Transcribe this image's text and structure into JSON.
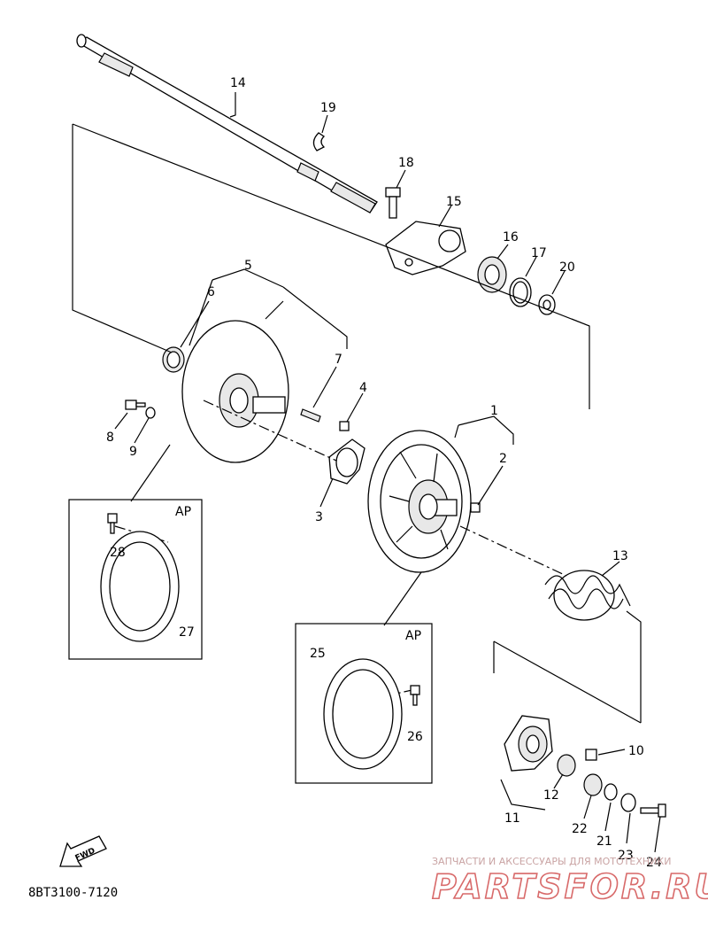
{
  "diagram": {
    "part_numbers": {
      "p1": "1",
      "p2": "2",
      "p3": "3",
      "p4": "4",
      "p5": "5",
      "p6": "6",
      "p7": "7",
      "p8": "8",
      "p9": "9",
      "p10": "10",
      "p11": "11",
      "p12": "12",
      "p13": "13",
      "p14": "14",
      "p15": "15",
      "p16": "16",
      "p17": "17",
      "p18": "18",
      "p19": "19",
      "p20": "20",
      "p21": "21",
      "p22": "22",
      "p23": "23",
      "p24": "24",
      "p25": "25",
      "p26": "26",
      "p27": "27",
      "p28": "28"
    },
    "inset_label_left": "AP",
    "inset_label_right": "AP",
    "fwd_label": "FWD",
    "drawing_code": "8BT3100-7120"
  },
  "watermark": {
    "tagline": "ЗАПЧАСТИ И АКСЕССУАРЫ ДЛЯ МОТОТЕХНИКИ",
    "brand_logo": "PARTSFOR.RU",
    "color": "#d86a6a"
  }
}
